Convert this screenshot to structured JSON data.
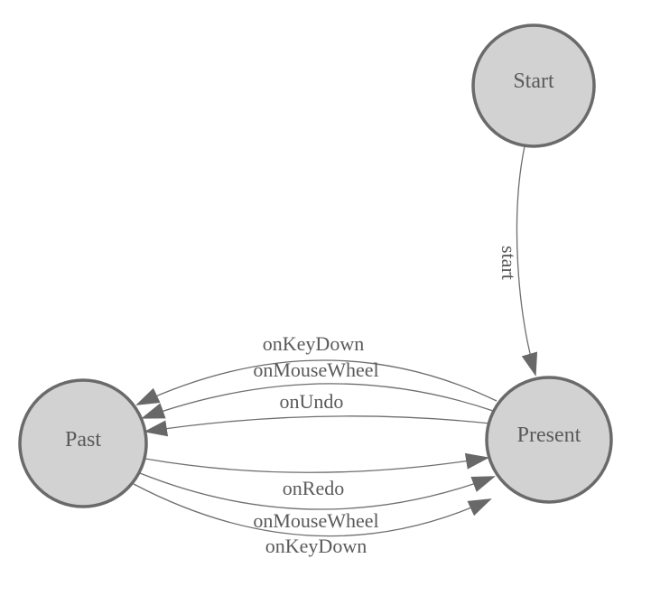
{
  "diagram": {
    "type": "state-machine",
    "background": "#ffffff",
    "colors": {
      "node_fill": "#d2d2d2",
      "node_stroke": "#6a6a6a",
      "edge": "#6e6e6e",
      "arrow": "#686868",
      "text": "#5a5a5c"
    },
    "nodes": [
      {
        "id": "start",
        "label": "Start"
      },
      {
        "id": "present",
        "label": "Present"
      },
      {
        "id": "past",
        "label": "Past"
      }
    ],
    "edges": [
      {
        "from": "Start",
        "to": "Present",
        "label": "start"
      },
      {
        "from": "Present",
        "to": "Past",
        "label": "onKeyDown"
      },
      {
        "from": "Present",
        "to": "Past",
        "label": "onMouseWheel"
      },
      {
        "from": "Present",
        "to": "Past",
        "label": "onUndo"
      },
      {
        "from": "Past",
        "to": "Present",
        "label": "onRedo"
      },
      {
        "from": "Past",
        "to": "Present",
        "label": "onMouseWheel"
      },
      {
        "from": "Past",
        "to": "Present",
        "label": "onKeyDown"
      }
    ]
  }
}
